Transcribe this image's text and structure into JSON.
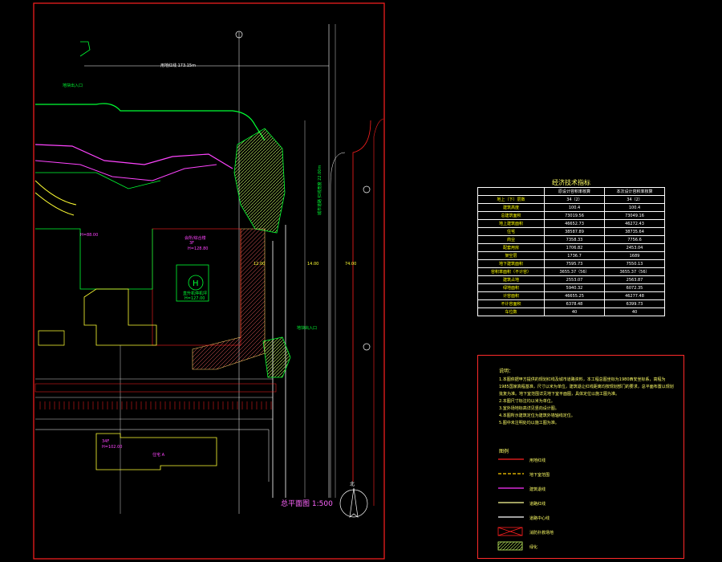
{
  "plan": {
    "title": "总平面图 1:500",
    "north_label": "北",
    "labels": {
      "site_boundary_dim": "用地红线 173.15m",
      "entry_top": "地块出入口",
      "main_building": "会所/综合楼",
      "main_building_floors": "3F",
      "main_building_height": "H=128.80",
      "helipad": "直升机停机坪",
      "helipad_height": "H=127.00",
      "helipad_mark": "H",
      "building_a": "住宅 A",
      "building_a_floors": "34F",
      "building_a_height": "H=102.00",
      "level_left": "H=88.00",
      "road_east": "城市道路 红线宽度 22.00m",
      "entry_east": "地块出入口",
      "dim_east": "14.00",
      "dim_right": "74.00",
      "dim_center": "12.00"
    }
  },
  "table": {
    "title": "经济技术指标",
    "header": [
      "",
      "原设计容积率核算",
      "本次设计容积率核算"
    ],
    "rows": [
      [
        "地上（下）层数",
        "34（2）",
        "34（2）"
      ],
      [
        "建筑高度",
        "100.4",
        "100.4"
      ],
      [
        "总建筑面积",
        "73019.56",
        "73049.16"
      ],
      [
        "地上建筑面积",
        "46652.73",
        "46272.43"
      ],
      [
        "住宅",
        "38587.89",
        "38735.64"
      ],
      [
        "商业",
        "7358.33",
        "7756.6"
      ],
      [
        "配套用房",
        "1706.82",
        "2453.04"
      ],
      [
        "架空层",
        "1736.7",
        "1689"
      ],
      [
        "地下建筑面积",
        "7595.73",
        "7550.13"
      ],
      [
        "容积率面积（不计容）",
        "3655.37（56）",
        "3655.37（56）"
      ],
      [
        "建筑占地",
        "2553.07",
        "2563.87"
      ],
      [
        "绿地面积",
        "5940.32",
        "6072.35"
      ],
      [
        "计容面积",
        "46655.25",
        "46277.48"
      ],
      [
        "不计容面积",
        "6378.48",
        "6399.73"
      ],
      [
        "车位数",
        "40",
        "40"
      ]
    ]
  },
  "notes": {
    "title": "说明：",
    "lines": [
      "1.本图依据甲方提供的规划红线及城市道路资料，本工程总图坐标为1980西安坐标系，高程为",
      "  1985国家高程基准，尺寸以米为单位，建筑退让红线距离均按规划部门的要求，总平面布置以规划",
      "  批复为准。地下室范围详见地下室平面图，具体定位以施工图为准。",
      "2.本图尺寸标注均以米为单位。",
      "3.室外场地标高详见竖向设计图。",
      "4.本图所示建筑定位为建筑外墙轴线定位。",
      "5.图中未注明处均以施工图为准。"
    ]
  },
  "legend": {
    "title": "图例",
    "items": [
      {
        "label": "用地红线",
        "kind": "line",
        "color": "#ff2020"
      },
      {
        "label": "地下室范围",
        "kind": "dash",
        "color": "#ffcc00"
      },
      {
        "label": "建筑退线",
        "kind": "line",
        "color": "#ff33ff"
      },
      {
        "label": "道路红线",
        "kind": "line",
        "color": "#ffff99"
      },
      {
        "label": "道路中心线",
        "kind": "line",
        "color": "#ffffff"
      },
      {
        "label": "消防扑救场地",
        "kind": "cross",
        "color": "#ff2020"
      },
      {
        "label": "绿化",
        "kind": "hatch",
        "color": "#ccff66"
      }
    ]
  },
  "colors": {
    "boundary": "#ff2020",
    "green": "#00ff33",
    "yellow": "#ffff33",
    "white": "#ffffff",
    "magenta": "#ff44ff",
    "cyan": "#33ccff"
  }
}
